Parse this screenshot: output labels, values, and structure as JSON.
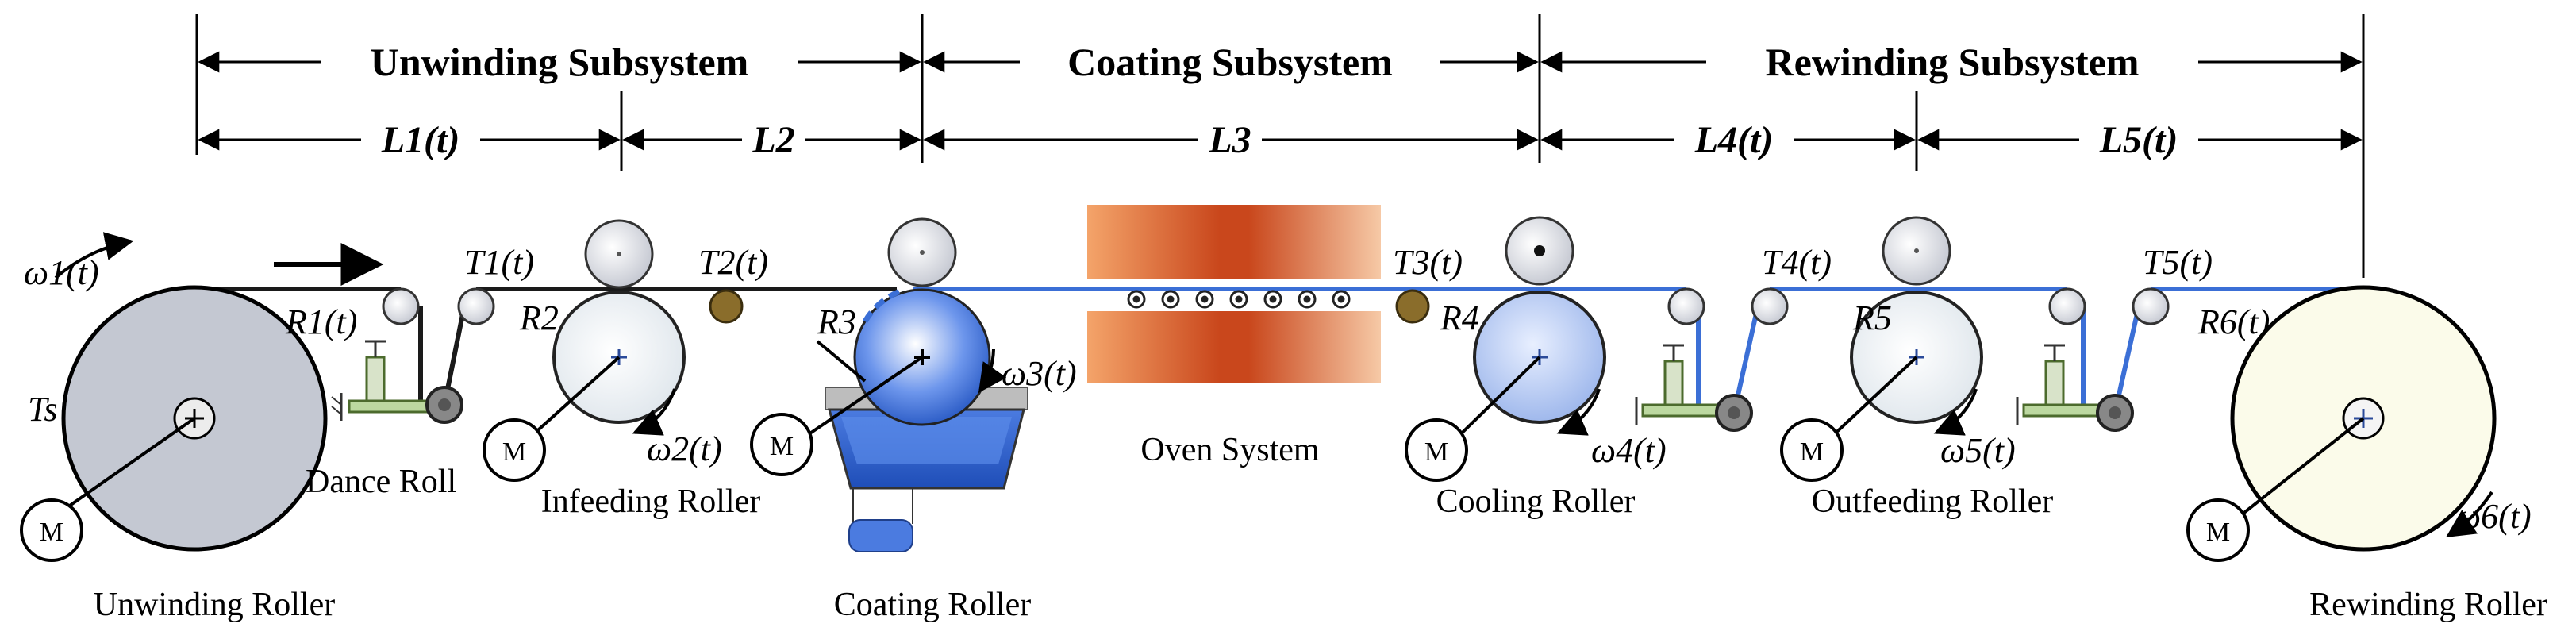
{
  "headers": {
    "unwinding": "Unwinding Subsystem",
    "coating": "Coating Subsystem",
    "rewinding": "Rewinding Subsystem"
  },
  "segments": {
    "l1": "L1(t)",
    "l2": "L2",
    "l3": "L3",
    "l4": "L4(t)",
    "l5": "L5(t)"
  },
  "symbols": {
    "omega1": "ω1(t)",
    "omega2": "ω2(t)",
    "omega3": "ω3(t)",
    "omega4": "ω4(t)",
    "omega5": "ω5(t)",
    "omega6": "ω6(t)",
    "t1": "T1(t)",
    "t2": "T2(t)",
    "t3": "T3(t)",
    "t4": "T4(t)",
    "t5": "T5(t)",
    "ts": "Ts",
    "r1": "R1(t)",
    "r2": "R2",
    "r3": "R3",
    "r4": "R4",
    "r5": "R5",
    "r6": "R6(t)"
  },
  "labels": {
    "unwinding_roller": "Unwinding Roller",
    "dance_roll": "Dance Roll",
    "infeeding_roller": "Infeeding Roller",
    "coating_roller": "Coating Roller",
    "oven_system": "Oven System",
    "cooling_roller": "Cooling  Roller",
    "outfeeding_roller": "Outfeeding Roller",
    "rewinding_roller": "Rewinding Roller"
  },
  "motor_label": "M",
  "colors": {
    "web_dark": "#1a1a1a",
    "web_blue": "#3b6fd6",
    "unwind_roll": "#c4c8d2",
    "rewind_roll": "#fbfbea",
    "oven": "#e07a3a",
    "coating_tank": "#3f6fcf",
    "guide_gold": "#8a6d2b"
  }
}
